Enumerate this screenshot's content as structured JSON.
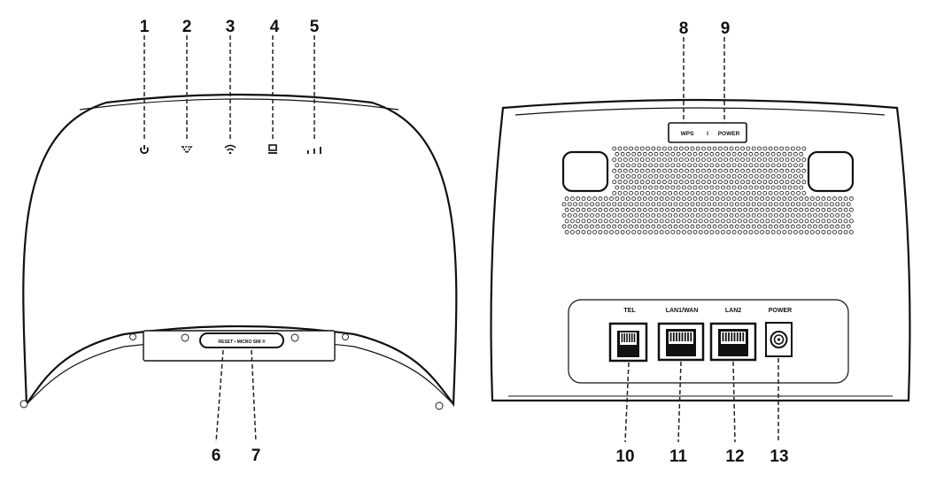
{
  "front_callouts": [
    "1",
    "2",
    "3",
    "4",
    "5"
  ],
  "bottom_callouts": [
    "6",
    "7"
  ],
  "back_top_callouts": [
    "8",
    "9"
  ],
  "back_bottom_callouts": [
    "10",
    "11",
    "12",
    "13"
  ],
  "buttons": {
    "wps": "WPS",
    "separator": "I",
    "power": "POWER"
  },
  "slot_label": "RESET • MICRO SIM ®",
  "ports": {
    "tel": "TEL",
    "lan1": "LAN1/WAN",
    "lan2": "LAN2",
    "power": "POWER"
  },
  "icons": [
    "power-led-icon",
    "internet-led-icon",
    "wifi-led-icon",
    "lan-led-icon",
    "signal-led-icon"
  ]
}
